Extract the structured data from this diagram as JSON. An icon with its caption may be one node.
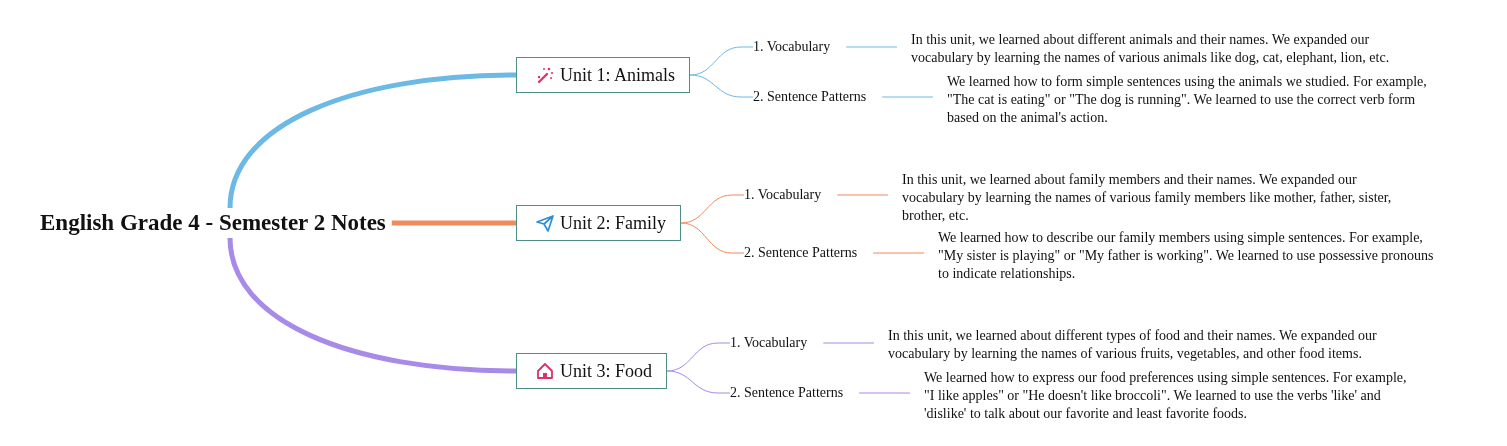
{
  "diagram": {
    "nodes": [
      {
        "text": [
          "English Grade 4 - Semester 2 Notes"
        ]
      },
      {
        "text": [
          "Unit 1: Animals"
        ]
      },
      {
        "text": [
          "1. Vocabulary"
        ]
      },
      {
        "text": [
          "In this unit, we learned about different animals and their names. We expanded our vocabulary by learning the names of various animals like dog, cat, elephant, lion, etc."
        ]
      },
      {
        "text": [
          "2. Sentence Patterns"
        ]
      },
      {
        "text": [
          "We learned how to form simple sentences using the animals we studied. For example, \"The cat is eating\" or \"The dog is running\". We learned to use the correct verb form based on the animal's action."
        ]
      },
      {
        "text": [
          "Unit 2: Family"
        ]
      },
      {
        "text": [
          "1. Vocabulary"
        ]
      },
      {
        "text": [
          "In this unit, we learned about family members and their names. We expanded our vocabulary by learning the names of various family members like mother, father, sister, brother, etc."
        ]
      },
      {
        "text": [
          "2. Sentence Patterns"
        ]
      },
      {
        "text": [
          "We learned how to describe our family members using simple sentences. For example, \"My sister is playing\" or \"My father is working\". We learned to use possessive pronouns to indicate relationships."
        ]
      },
      {
        "text": [
          "Unit 3: Food"
        ]
      },
      {
        "text": [
          "1. Vocabulary"
        ]
      },
      {
        "text": [
          "In this unit, we learned about different types of food and their names. We expanded our vocabulary by learning the names of various fruits, vegetables, and other food items."
        ]
      },
      {
        "text": [
          "2. Sentence Patterns"
        ]
      },
      {
        "text": [
          "We learned how to express our food preferences using simple sentences. For example, \"I like apples\" or \"He doesn't like broccoli\". We learned to use the verbs 'like' and 'dislike' to talk about our favorite and least favorite foods."
        ]
      }
    ],
    "edges": [
      {
        "from": 0,
        "to": 1,
        "arrow": "none",
        "style": "thick",
        "color": "#6cb9e6"
      },
      {
        "from": 1,
        "to": 2,
        "arrow": "none",
        "color": "#6cb9e6"
      },
      {
        "from": 2,
        "to": 3,
        "arrow": "none",
        "color": "#6cb9e6"
      },
      {
        "from": 1,
        "to": 4,
        "arrow": "none",
        "color": "#6cb9e6"
      },
      {
        "from": 4,
        "to": 5,
        "arrow": "none",
        "color": "#6cb9e6"
      },
      {
        "from": 0,
        "to": 6,
        "arrow": "none",
        "style": "thick",
        "color": "#f2895a"
      },
      {
        "from": 6,
        "to": 7,
        "arrow": "none",
        "color": "#f2895a"
      },
      {
        "from": 7,
        "to": 8,
        "arrow": "none",
        "color": "#f2895a"
      },
      {
        "from": 6,
        "to": 9,
        "arrow": "none",
        "color": "#f2895a"
      },
      {
        "from": 9,
        "to": 10,
        "arrow": "none",
        "color": "#f2895a"
      },
      {
        "from": 0,
        "to": 11,
        "arrow": "none",
        "style": "thick",
        "color": "#a88ae8"
      },
      {
        "from": 11,
        "to": 12,
        "arrow": "none",
        "color": "#a88ae8"
      },
      {
        "from": 12,
        "to": 13,
        "arrow": "none",
        "color": "#a88ae8"
      },
      {
        "from": 11,
        "to": 14,
        "arrow": "none",
        "color": "#a88ae8"
      },
      {
        "from": 14,
        "to": 15,
        "arrow": "none",
        "color": "#a88ae8"
      }
    ]
  }
}
